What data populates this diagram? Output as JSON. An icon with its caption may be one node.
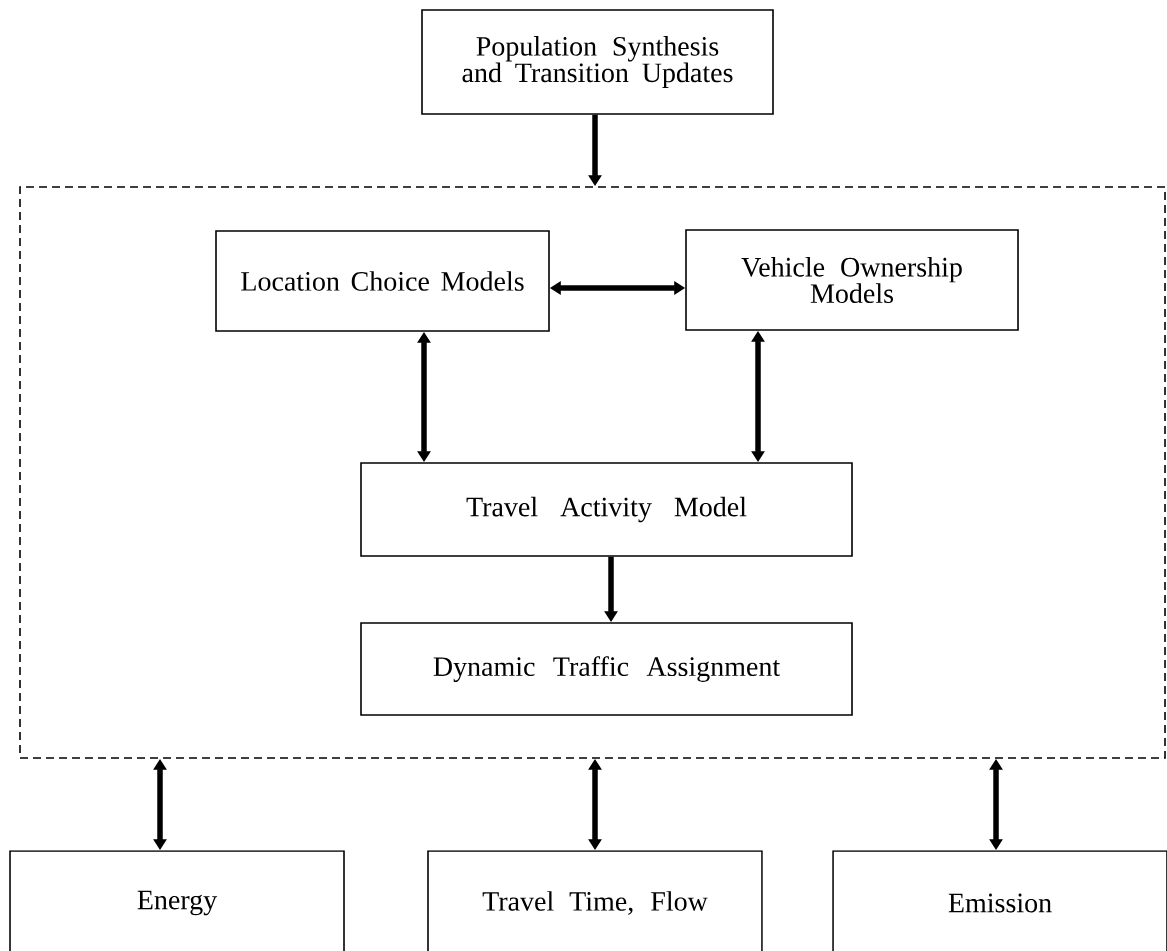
{
  "diagram": {
    "nodes": [
      {
        "text": [
          "Population Synthesis and Transition Updates"
        ]
      },
      {
        "text": [],
        "shape": "box"
      },
      {
        "text": [
          "Location Choice Models"
        ],
        "in": 1
      },
      {
        "text": [
          "Vehicle Ownership Models"
        ],
        "in": 1
      },
      {
        "text": [
          "Travel Activity Model"
        ],
        "in": 1
      },
      {
        "text": [
          "Dynamic Traffic Assignment"
        ],
        "in": 1
      },
      {
        "text": [
          "Energy"
        ]
      },
      {
        "text": [
          "Travel Time, Flow"
        ]
      },
      {
        "text": [
          "Emission"
        ]
      }
    ],
    "edges": [
      {
        "from": 0,
        "to": 1,
        "arrow": "to"
      },
      {
        "from": 2,
        "to": 3,
        "arrow": "both"
      },
      {
        "from": 2,
        "to": 4,
        "arrow": "both"
      },
      {
        "from": 3,
        "to": 4,
        "arrow": "both"
      },
      {
        "from": 4,
        "to": 5,
        "arrow": "to"
      },
      {
        "from": 1,
        "to": 6,
        "arrow": "both"
      },
      {
        "from": 1,
        "to": 7,
        "arrow": "both"
      },
      {
        "from": 1,
        "to": 8,
        "arrow": "both"
      }
    ]
  }
}
